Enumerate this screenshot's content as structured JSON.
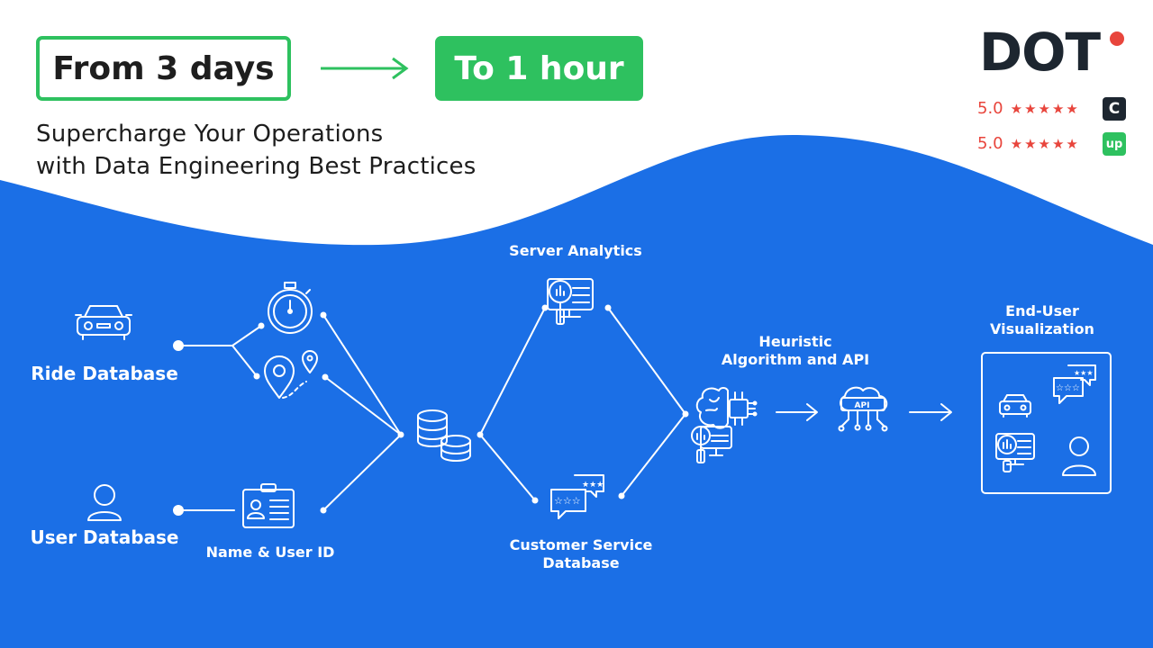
{
  "header": {
    "from_label": "From 3 days",
    "to_label": "To 1 hour",
    "subtitle_line1": "Supercharge Your Operations",
    "subtitle_line2": "with Data Engineering Best Practices"
  },
  "logo": {
    "text": "DOT"
  },
  "ratings": [
    {
      "score": "5.0",
      "stars": "★★★★★",
      "platform_icon": "clutch-icon"
    },
    {
      "score": "5.0",
      "stars": "★★★★★",
      "platform_icon": "upwork-icon"
    }
  ],
  "badges": {
    "clutch": "C",
    "upwork": "up"
  },
  "diagram": {
    "ride_db": "Ride Database",
    "user_db": "User Database",
    "name_user_id": "Name & User ID",
    "server_analytics": "Server Analytics",
    "cs_db_line1": "Customer Service",
    "cs_db_line2": "Database",
    "heuristic_line1": "Heuristic",
    "heuristic_line2": "Algorithm and API",
    "enduser_line1": "End-User",
    "enduser_line2": "Visualization",
    "api_text": "API"
  },
  "colors": {
    "green": "#2ec15f",
    "blue": "#1b6fe6",
    "red": "#e8453c",
    "logo": "#1d2630"
  }
}
